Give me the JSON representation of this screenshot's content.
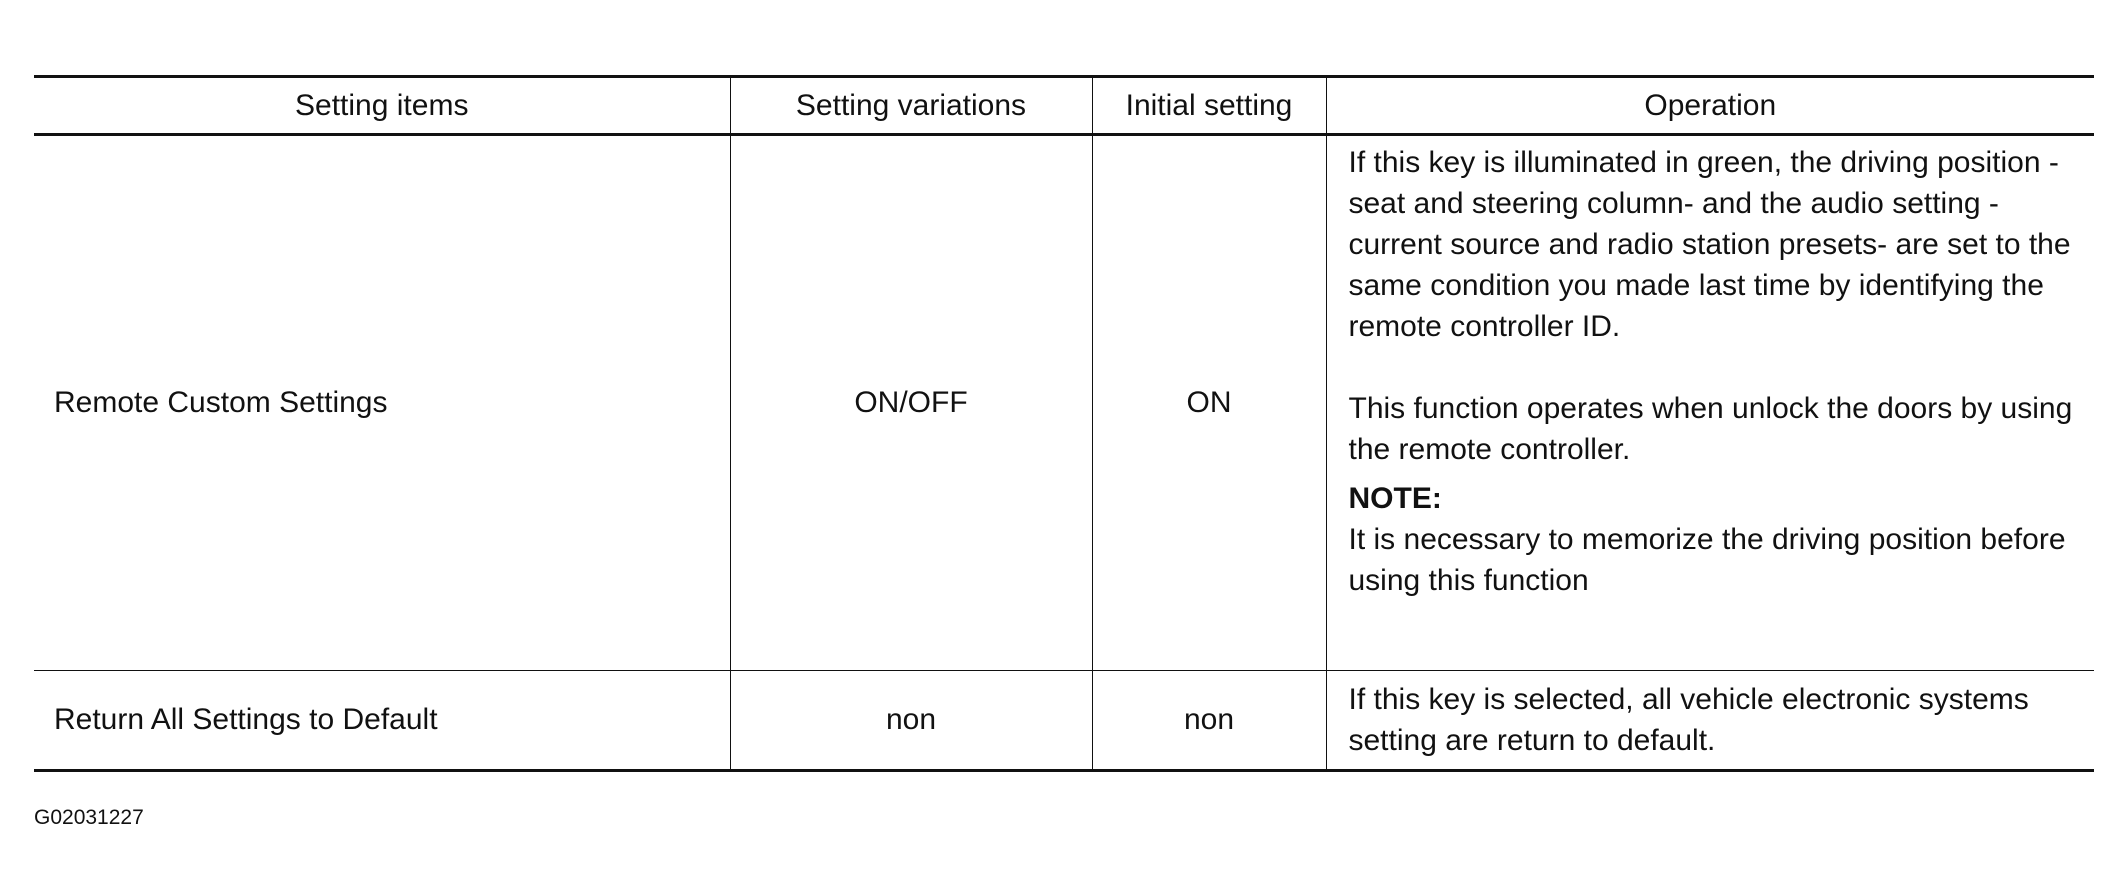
{
  "table": {
    "headers": [
      "Setting items",
      "Setting variations",
      "Initial setting",
      "Operation"
    ],
    "rows": [
      {
        "item": "Remote Custom Settings",
        "variations": "ON/OFF",
        "initial": "ON",
        "operation": {
          "paragraph_1": "If this key is illuminated in green, the driving position -seat and steering column- and the audio setting -current source and radio station presets- are set to the same condition you made last time by identifying the remote controller ID.",
          "paragraph_2": "This function operates when unlock the doors by using the remote controller.",
          "note_label": "NOTE:",
          "note_text": "It is necessary to memorize the driving position before using this function"
        }
      },
      {
        "item": "Return All Settings to Default",
        "variations": "non",
        "initial": "non",
        "operation": {
          "paragraph_1": "If this key is selected, all vehicle electronic systems setting are return to default."
        }
      }
    ]
  },
  "figure_id": "G02031227"
}
